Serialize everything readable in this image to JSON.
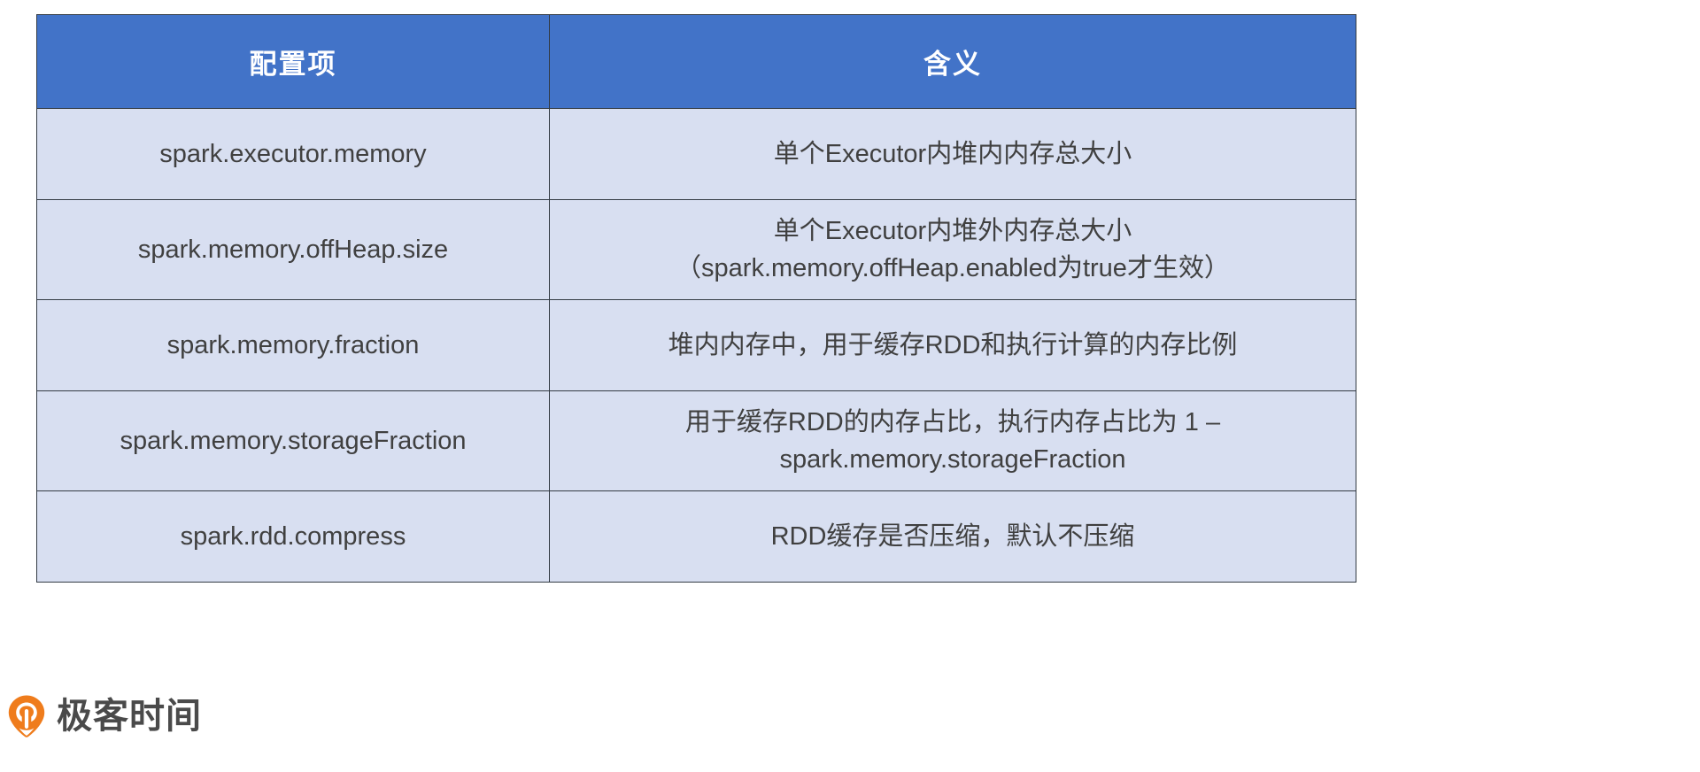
{
  "table": {
    "headers": [
      "配置项",
      "含义"
    ],
    "header_bg": "#4273c8",
    "header_text_color": "#ffffff",
    "cell_bg": "#d8dff1",
    "cell_text_color": "#404040",
    "border_color": "#333b44",
    "rows": [
      {
        "key": "spark.executor.memory",
        "meaning_lines": [
          "单个Executor内堆内内存总大小"
        ]
      },
      {
        "key": "spark.memory.offHeap.size",
        "meaning_lines": [
          "单个Executor内堆外内存总大小",
          "（spark.memory.offHeap.enabled为true才生效）"
        ]
      },
      {
        "key": "spark.memory.fraction",
        "meaning_lines": [
          "堆内内存中，用于缓存RDD和执行计算的内存比例"
        ]
      },
      {
        "key": "spark.memory.storageFraction",
        "meaning_lines": [
          "用于缓存RDD的内存占比，执行内存占比为 1 –",
          "spark.memory.storageFraction"
        ]
      },
      {
        "key": "spark.rdd.compress",
        "meaning_lines": [
          "RDD缓存是否压缩，默认不压缩"
        ]
      }
    ]
  },
  "footer": {
    "logo_icon": "geek-time-pin-icon",
    "logo_text": "极客时间",
    "logo_color": "#ef7c1c",
    "logo_text_color": "#4a4a4a"
  }
}
